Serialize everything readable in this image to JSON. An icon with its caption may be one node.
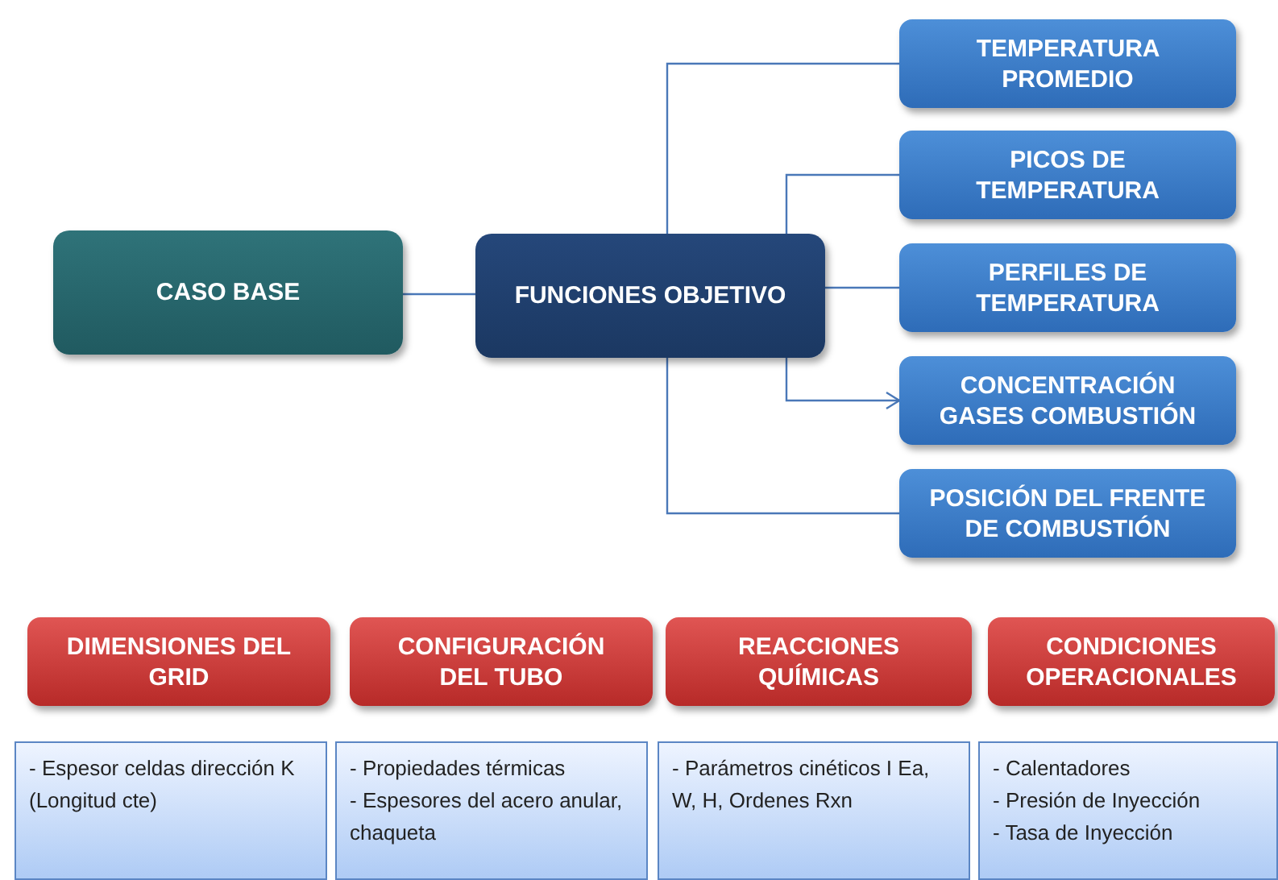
{
  "diagram": {
    "nodes": [
      {
        "text": [
          "CASO BASE"
        ]
      },
      {
        "text": [
          "FUNCIONES OBJETIVO"
        ]
      },
      {
        "text": [
          "TEMPERATURA PROMEDIO"
        ]
      },
      {
        "text": [
          "PICOS DE TEMPERATURA"
        ]
      },
      {
        "text": [
          "PERFILES DE TEMPERATURA"
        ]
      },
      {
        "text": [
          "CONCENTRACIÓN GASES COMBUSTIÓN"
        ]
      },
      {
        "text": [
          "POSICIÓN DEL FRENTE DE COMBUSTIÓN"
        ]
      },
      {
        "text": [
          "DIMENSIONES DEL GRID"
        ]
      },
      {
        "text": [
          "CONFIGURACIÓN DEL TUBO"
        ]
      },
      {
        "text": [
          "REACCIONES QUÍMICAS"
        ]
      },
      {
        "text": [
          "CONDICIONES OPERACIONALES"
        ]
      },
      {
        "text": [
          "- Espesor celdas dirección K (Longitud cte)"
        ]
      },
      {
        "text": [
          "- Propiedades térmicas",
          "- Espesores del acero anular, chaqueta"
        ]
      },
      {
        "text": [
          "- Parámetros cinéticos I Ea, W, H, Ordenes Rxn"
        ]
      },
      {
        "text": [
          "- Calentadores",
          "- Presión de Inyección",
          "- Tasa de Inyección"
        ]
      }
    ],
    "edges": [
      {
        "from": 0,
        "to": 1,
        "arrow": "none"
      },
      {
        "from": 1,
        "to": 2,
        "arrow": "none"
      },
      {
        "from": 1,
        "to": 3,
        "arrow": "none"
      },
      {
        "from": 1,
        "to": 4,
        "arrow": "none"
      },
      {
        "from": 1,
        "to": 5,
        "arrow": "to"
      },
      {
        "from": 1,
        "to": 6,
        "arrow": "none"
      }
    ]
  }
}
